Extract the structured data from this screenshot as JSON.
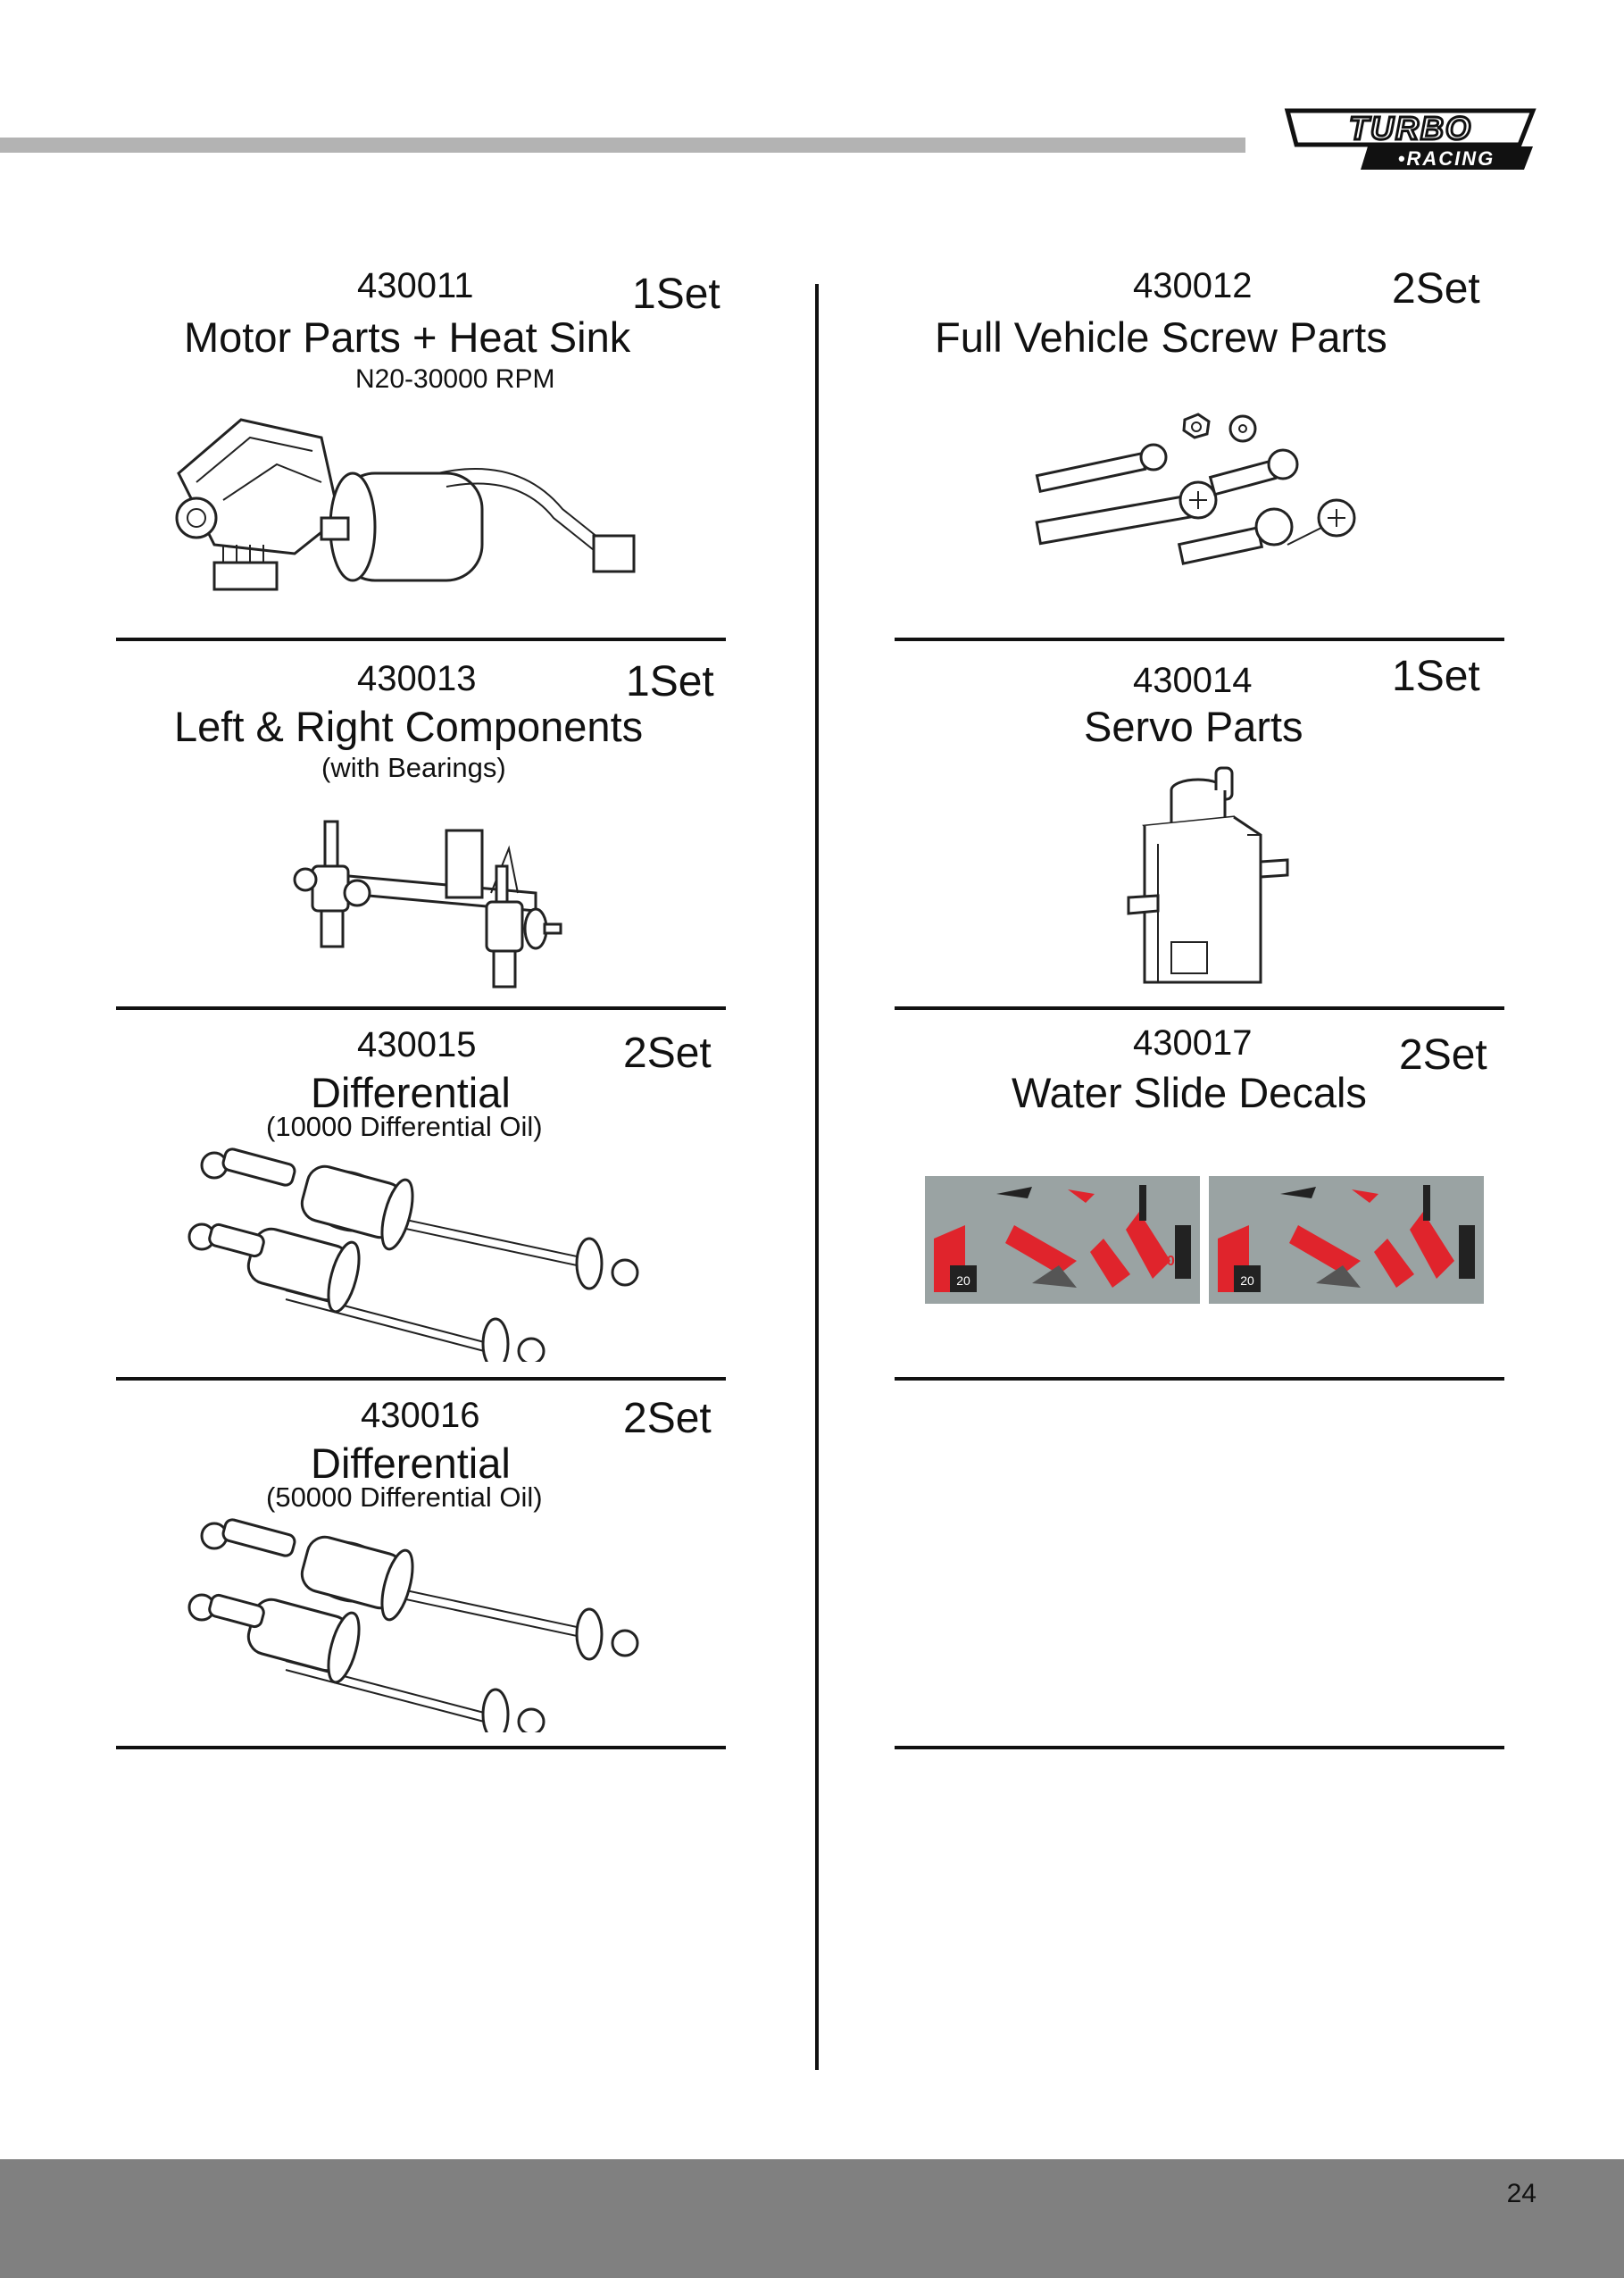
{
  "brand": {
    "line1": "TURBO",
    "line2": "•RACING"
  },
  "page_number": "24",
  "items": [
    {
      "part_no": "430011",
      "qty": "1Set",
      "title": "Motor Parts + Heat Sink",
      "subtitle": "N20-30000 RPM",
      "icon": "motor-illustration"
    },
    {
      "part_no": "430012",
      "qty": "2Set",
      "title": "Full Vehicle Screw Parts",
      "subtitle": "",
      "icon": "screws-illustration"
    },
    {
      "part_no": "430013",
      "qty": "1Set",
      "title": "Left & Right Components",
      "subtitle": "(with Bearings)",
      "icon": "steering-knuckle-illustration"
    },
    {
      "part_no": "430014",
      "qty": "1Set",
      "title": "Servo Parts",
      "subtitle": "",
      "icon": "servo-illustration"
    },
    {
      "part_no": "430015",
      "qty": "2Set",
      "title": "Differential",
      "subtitle": "(10000 Differential Oil)",
      "icon": "differential-illustration"
    },
    {
      "part_no": "430017",
      "qty": "2Set",
      "title": "Water Slide Decals",
      "subtitle": "",
      "icon": "decal-sheet-illustration"
    },
    {
      "part_no": "430016",
      "qty": "2Set",
      "title": "Differential",
      "subtitle": "(50000 Differential Oil)",
      "icon": "differential-illustration"
    }
  ],
  "decal_texts": [
    "20",
    "20",
    "20"
  ],
  "colors": {
    "bar": "#b3b3b3",
    "footer": "#808080",
    "decal_bg": "#9aa3a3",
    "decal_red": "#e0242c"
  }
}
